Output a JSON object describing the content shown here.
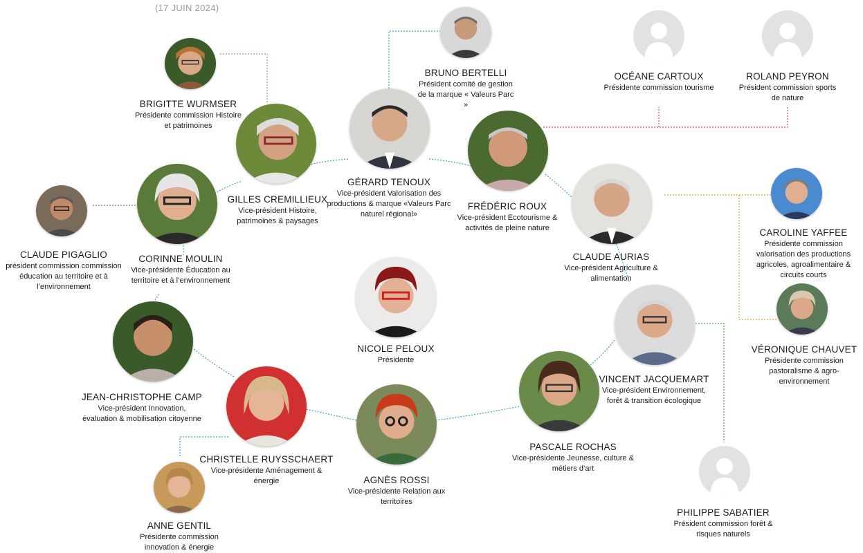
{
  "date": "(17 JUIN 2024)",
  "colors": {
    "blue_link": "#3d9bd2",
    "purple_link": "#9b55a8",
    "red_link": "#e34a4a",
    "orange_link": "#f0a01e",
    "green_link": "#4aa84a",
    "olive_link": "#a89a6a",
    "placeholder_bg": "#e2e2e2",
    "placeholder_fg": "#ffffff"
  },
  "people": {
    "brigitte": {
      "name": "BRIGITTE WURMSER",
      "title": "Présidente commission Histoire et patrimoines",
      "icon": "portrait"
    },
    "bruno": {
      "name": "BRUNO BERTELLI",
      "title": "Président comité de gestion de la marque « Valeurs Parc »",
      "icon": "portrait"
    },
    "oceane": {
      "name": "OCÉANE CARTOUX",
      "title": "Présidente commission tourisme",
      "icon": "placeholder-avatar-icon"
    },
    "roland": {
      "name": "ROLAND PEYRON",
      "title": "Président commission sports de nature",
      "icon": "placeholder-avatar-icon"
    },
    "gilles": {
      "name": "GILLES CREMILLIEUX",
      "title": "Vice-président Histoire, patrimoines & paysages",
      "icon": "portrait"
    },
    "gerard": {
      "name": "GÉRARD TENOUX",
      "title": "Vice-président Valorisation des productions & marque «Valeurs Parc naturel régional»",
      "icon": "portrait"
    },
    "frederic": {
      "name": "FRÉDÉRIC ROUX",
      "title": "Vice-président Ecotourisme & activités de pleine nature",
      "icon": "portrait"
    },
    "claudep": {
      "name": "CLAUDE PIGAGLIO",
      "title": "président commission commission éducation au territoire et à l’environnement",
      "icon": "portrait"
    },
    "corinne": {
      "name": "CORINNE MOULIN",
      "title": "Vice-présidente Éducation au territoire et à l’environnement",
      "icon": "portrait"
    },
    "claudea": {
      "name": "CLAUDE AURIAS",
      "title": "Vice-président Agriculture & alimentation",
      "icon": "portrait"
    },
    "caroline": {
      "name": "CAROLINE YAFFEE",
      "title": "Présidente commission valorisation des productions agricoles, agroalimentaire & circuits courts",
      "icon": "portrait"
    },
    "nicole": {
      "name": "NICOLE PELOUX",
      "title": "Présidente",
      "icon": "portrait"
    },
    "veronique": {
      "name": "VÉRONIQUE CHAUVET",
      "title": "Présidente commission pastoralisme & agro-environnement",
      "icon": "portrait"
    },
    "jeanc": {
      "name": "JEAN-CHRISTOPHE CAMP",
      "title": "Vice-président Innovation, évaluation & mobilisation citoyenne",
      "icon": "portrait"
    },
    "vincent": {
      "name": "VINCENT JACQUEMART",
      "title": "Vice-président Environnement, forêt & transition écologique",
      "icon": "portrait"
    },
    "christelle": {
      "name": "CHRISTELLE RUYSSCHAERT",
      "title": "Vice-présidente Aménagement & énergie",
      "icon": "portrait"
    },
    "agnes": {
      "name": "AGNÈS ROSSI",
      "title": "Vice-présidente Relation aux territoires",
      "icon": "portrait"
    },
    "pascale": {
      "name": "PASCALE ROCHAS",
      "title": "Vice-présidente Jeunesse, culture & métiers d’art",
      "icon": "portrait"
    },
    "philippe": {
      "name": "PHILIPPE SABATIER",
      "title": "Président commission forêt & risques naturels",
      "icon": "placeholder-avatar-icon"
    },
    "anne": {
      "name": "ANNE GENTIL",
      "title": "Présidente commission innovation & énergie",
      "icon": "portrait"
    }
  }
}
